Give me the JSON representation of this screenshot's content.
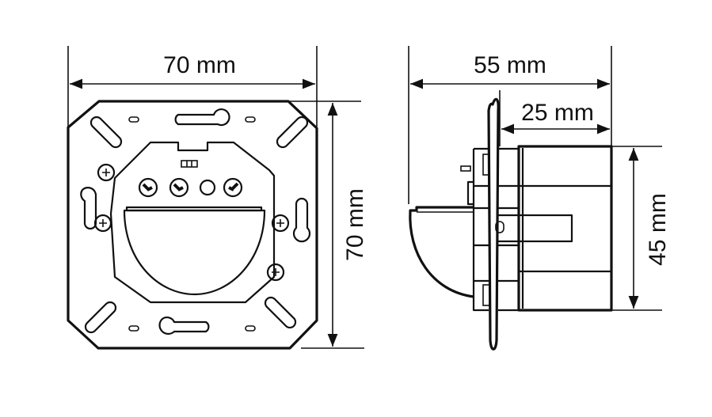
{
  "front_view": {
    "width_label": "70 mm",
    "height_label": "70 mm"
  },
  "side_view": {
    "depth_label": "55 mm",
    "box_depth_label": "25 mm",
    "box_height_label": "45 mm"
  }
}
